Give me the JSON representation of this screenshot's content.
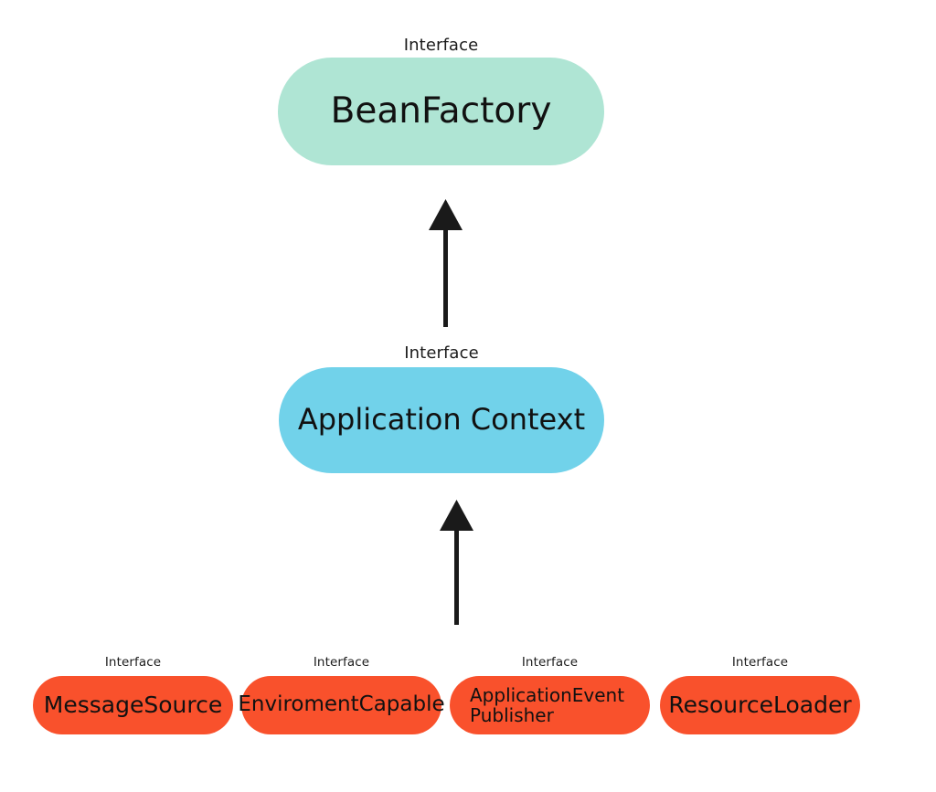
{
  "diagram": {
    "stereotype_label": "Interface",
    "colors": {
      "teal": "#AFE5D4",
      "blue": "#71D2EA",
      "orange": "#F9512C",
      "arrow": "#1A1A1A",
      "background": "#FFFFFF",
      "text": "#111111"
    },
    "nodes": {
      "beanfactory": {
        "stereotype": "Interface",
        "label": "BeanFactory"
      },
      "application_context": {
        "stereotype": "Interface",
        "label": "Application Context"
      },
      "leaves": [
        {
          "stereotype": "Interface",
          "label": "MessageSource"
        },
        {
          "stereotype": "Interface",
          "label": "EnviromentCapable"
        },
        {
          "stereotype": "Interface",
          "label": "ApplicationEvent\nPublisher"
        },
        {
          "stereotype": "Interface",
          "label": "ResourceLoader"
        }
      ]
    },
    "arrows": [
      {
        "name": "appcontext-extends-beanfactory",
        "from": "Application Context",
        "to": "BeanFactory"
      },
      {
        "name": "leaves-extend-appcontext",
        "from": "Interfaces row",
        "to": "Application Context"
      }
    ]
  }
}
